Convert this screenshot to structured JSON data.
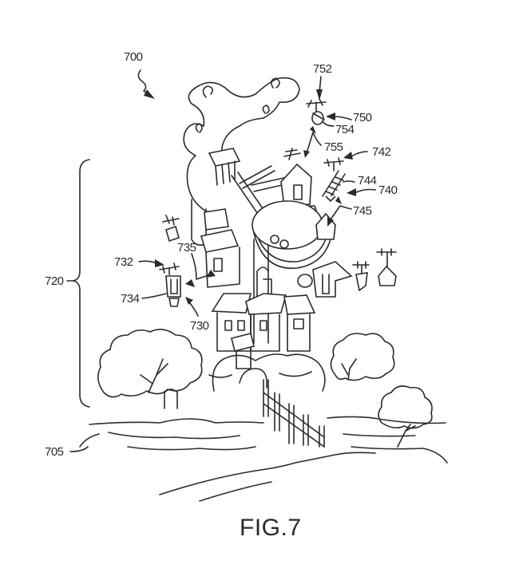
{
  "figure": {
    "caption": "FIG.7",
    "reference_numerals": {
      "scene": "700",
      "ground": "705",
      "structure": "720",
      "drone_left": "730",
      "drone_left_rotor": "732",
      "drone_left_payload": "734",
      "drone_left_link": "735",
      "drone_right": "740",
      "drone_right_rotor": "742",
      "drone_right_ladder": "744",
      "drone_right_link": "745",
      "drone_top": "750",
      "drone_top_rotor": "752",
      "drone_top_payload": "754",
      "drone_top_link": "755"
    }
  }
}
